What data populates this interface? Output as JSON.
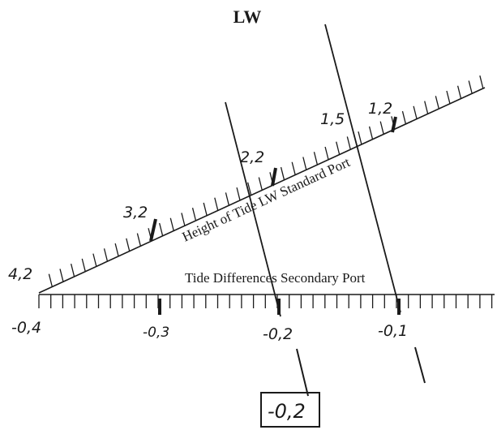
{
  "title": "LW",
  "standard_port_scale": {
    "label": "Height of Tide LW Standard Port",
    "marks": [
      {
        "value": "4,2",
        "marked": false
      },
      {
        "value": "3,2",
        "marked": true
      },
      {
        "value": "2,2",
        "marked": true
      },
      {
        "value": "1,5",
        "marked": false
      },
      {
        "value": "1,2",
        "marked": true
      }
    ]
  },
  "secondary_port_scale": {
    "label": "Tide Differences Secondary Port",
    "ticks": [
      "-0,4",
      "-0,3",
      "-0,2",
      "-0,1"
    ]
  },
  "result": {
    "label": "-0,2"
  },
  "colors": {
    "ink": "#1a1a1a",
    "background": "#ffffff"
  }
}
